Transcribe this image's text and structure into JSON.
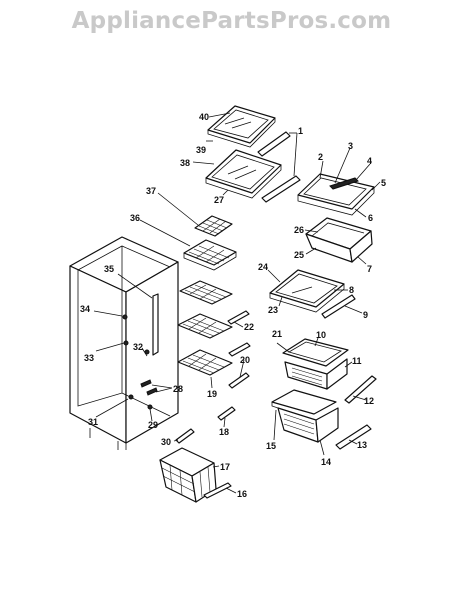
{
  "watermark": "AppliancePartsPros.com",
  "callouts": {
    "p1": "1",
    "p2": "2",
    "p3": "3",
    "p4": "4",
    "p5": "5",
    "p6": "6",
    "p7": "7",
    "p8": "8",
    "p9": "9",
    "p10": "10",
    "p11": "11",
    "p12": "12",
    "p13": "13",
    "p14": "14",
    "p15": "15",
    "p16": "16",
    "p17": "17",
    "p18": "18",
    "p19": "19",
    "p20": "20",
    "p21": "21",
    "p22": "22",
    "p23": "23",
    "p24": "24",
    "p25": "25",
    "p26": "26",
    "p27": "27",
    "p28": "28",
    "p29": "29",
    "p30": "30",
    "p31": "31",
    "p32": "32",
    "p33": "33",
    "p34": "34",
    "p35": "35",
    "p36": "36",
    "p37": "37",
    "p38": "38",
    "p39": "39",
    "p40": "40"
  }
}
